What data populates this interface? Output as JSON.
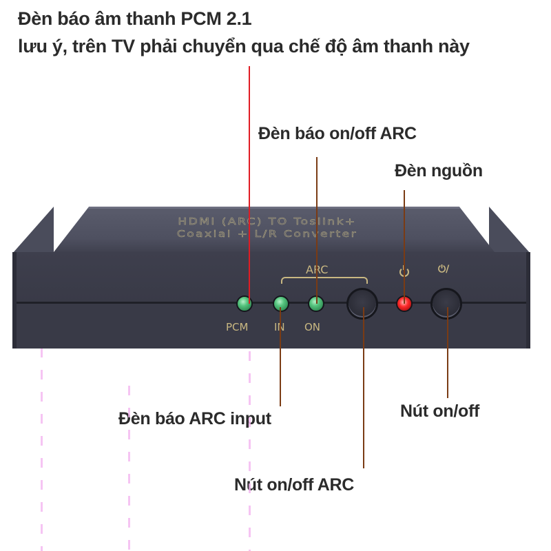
{
  "heading": {
    "line1": "Đèn báo âm thanh PCM 2.1",
    "line2": "lưu ý, trên TV phải chuyển qua chế độ âm thanh này"
  },
  "callouts": {
    "arc_onoff_led": "Đèn báo on/off ARC",
    "power_led": "Đèn nguồn",
    "arc_input_led": "Đèn báo ARC input",
    "power_button": "Nút on/off",
    "arc_button": "Nút on/off ARC"
  },
  "device": {
    "top_text_line1": "HDMI (ARC) TO Toslink+",
    "top_text_line2": "Coaxial + L/R Converter",
    "panel_labels": {
      "arc": "ARC",
      "pcm": "PCM",
      "in": "IN",
      "on": "ON",
      "power_symbol": "power-icon",
      "onoff_symbol": "ⓘ/I"
    },
    "leds": [
      {
        "name": "PCM",
        "color": "#55c47e",
        "state": "on"
      },
      {
        "name": "ARC IN",
        "color": "#55c47e",
        "state": "on"
      },
      {
        "name": "ARC ON",
        "color": "#55c47e",
        "state": "on"
      },
      {
        "name": "Power",
        "color": "#ff2a2a",
        "state": "on"
      }
    ]
  },
  "colors": {
    "pointer_red": "#e01c24",
    "pointer_brown": "#7a3b14",
    "device_body": "#3b3c4a",
    "engrave_gold": "#c9b882"
  }
}
